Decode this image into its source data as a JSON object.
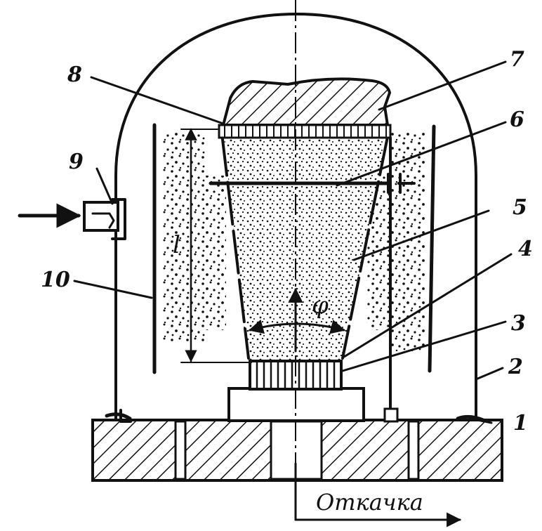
{
  "labels": {
    "n1": "1",
    "n2": "2",
    "n3": "3",
    "n4": "4",
    "n5": "5",
    "n6": "6",
    "n7": "7",
    "n8": "8",
    "n9": "9",
    "n10": "10",
    "length": "l",
    "angle": "φ"
  },
  "caption": "Откачка"
}
